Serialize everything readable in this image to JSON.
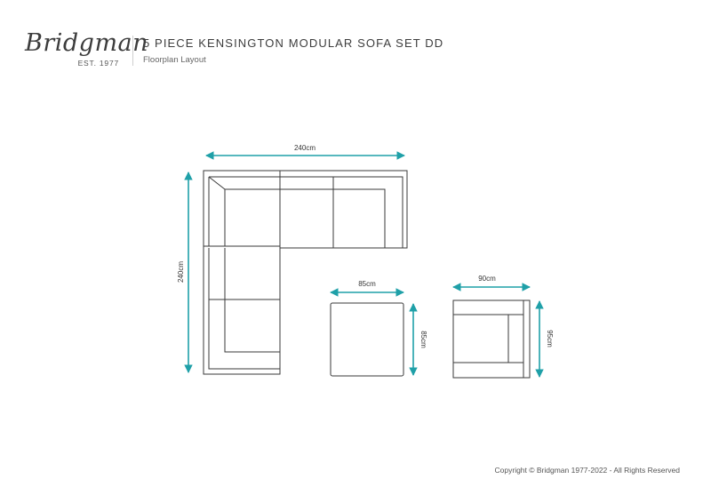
{
  "brand": {
    "name": "Bridgman",
    "est": "EST. 1977"
  },
  "header": {
    "title": "5 PIECE KENSINGTON MODULAR SOFA SET DD",
    "subtitle": "Floorplan Layout"
  },
  "dimensions": {
    "corner_sofa_width": "240cm",
    "corner_sofa_depth": "240cm",
    "table_width": "85cm",
    "table_depth": "85cm",
    "armchair_width": "90cm",
    "armchair_depth": "95cm"
  },
  "colors": {
    "dimension": "#1fa0a8",
    "outline": "#3a3a3a",
    "text": "#3d3d3d"
  },
  "footer": {
    "copyright": "Copyright © Bridgman 1977-2022 - All Rights Reserved"
  }
}
